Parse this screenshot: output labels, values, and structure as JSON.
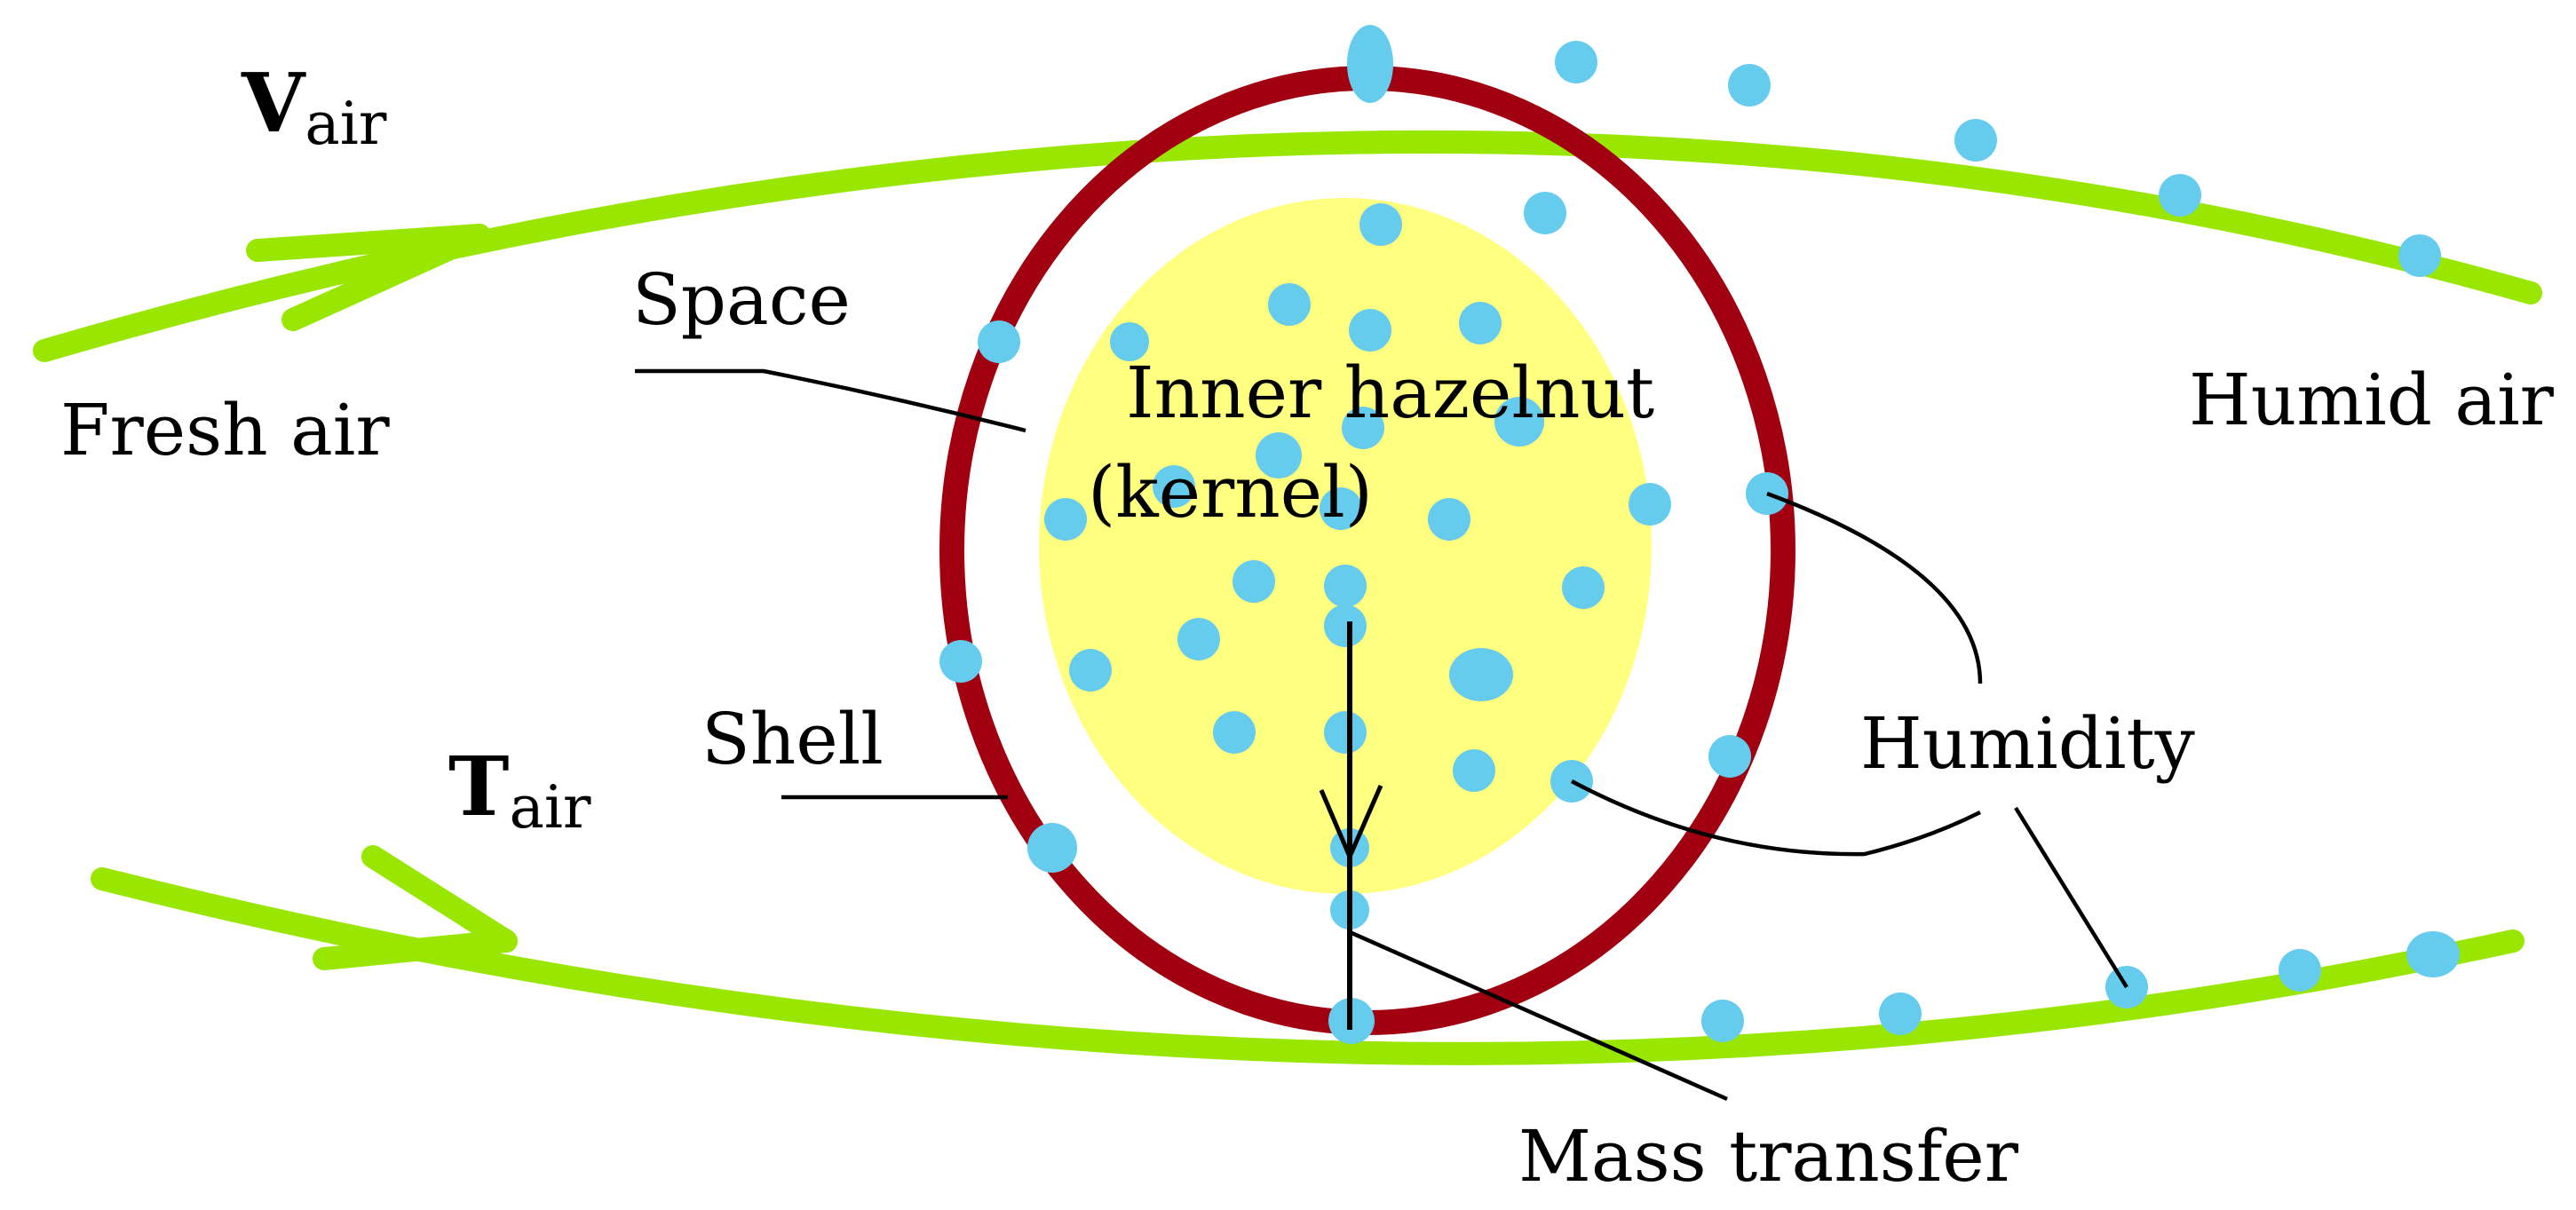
{
  "labels": {
    "v_symbol": "V",
    "v_sub": "air",
    "t_symbol": "T",
    "t_sub": "air",
    "fresh_air": "Fresh air",
    "humid_air": "Humid air",
    "space": "Space",
    "inner_line1": "Inner hazelnut",
    "inner_line2": "(kernel)",
    "shell": "Shell",
    "humidity": "Humidity",
    "mass_transfer": "Mass transfer"
  },
  "colors": {
    "airflow": "#99e600",
    "shell": "#a00010",
    "kernel": "#ffff80",
    "humidity_drop": "#66ccee",
    "line": "#000000",
    "background": "#ffffff"
  }
}
